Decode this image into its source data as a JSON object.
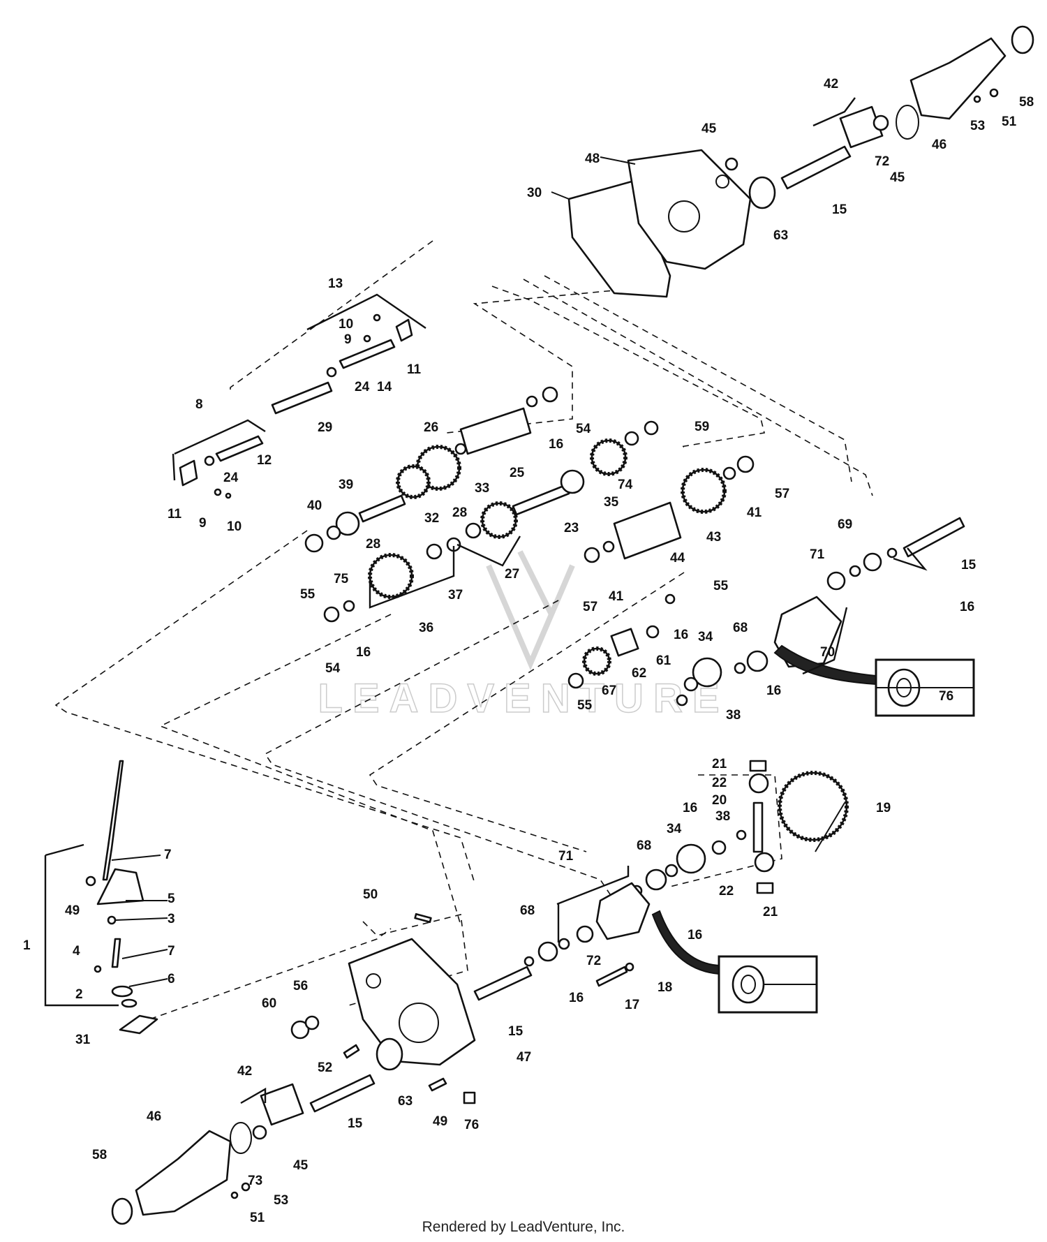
{
  "footer": "Rendered by LeadVenture, Inc.",
  "watermark": "LEADVENTURE",
  "callouts": [
    "1",
    "2",
    "3",
    "4",
    "5",
    "6",
    "7",
    "7",
    "8",
    "9",
    "9",
    "10",
    "10",
    "11",
    "11",
    "12",
    "13",
    "14",
    "15",
    "15",
    "15",
    "15",
    "16",
    "16",
    "16",
    "16",
    "16",
    "16",
    "16",
    "16",
    "17",
    "18",
    "19",
    "20",
    "21",
    "21",
    "22",
    "22",
    "23",
    "24",
    "24",
    "25",
    "26",
    "27",
    "28",
    "28",
    "29",
    "30",
    "31",
    "32",
    "33",
    "34",
    "34",
    "35",
    "36",
    "37",
    "38",
    "38",
    "39",
    "40",
    "41",
    "41",
    "42",
    "42",
    "43",
    "44",
    "45",
    "45",
    "45",
    "46",
    "46",
    "47",
    "48",
    "49",
    "49",
    "50",
    "51",
    "51",
    "52",
    "53",
    "53",
    "54",
    "54",
    "55",
    "55",
    "55",
    "56",
    "57",
    "57",
    "58",
    "58",
    "59",
    "60",
    "61",
    "62",
    "63",
    "63",
    "67",
    "68",
    "68",
    "68",
    "69",
    "70",
    "71",
    "71",
    "72",
    "72",
    "73",
    "74",
    "75",
    "76",
    "76"
  ]
}
